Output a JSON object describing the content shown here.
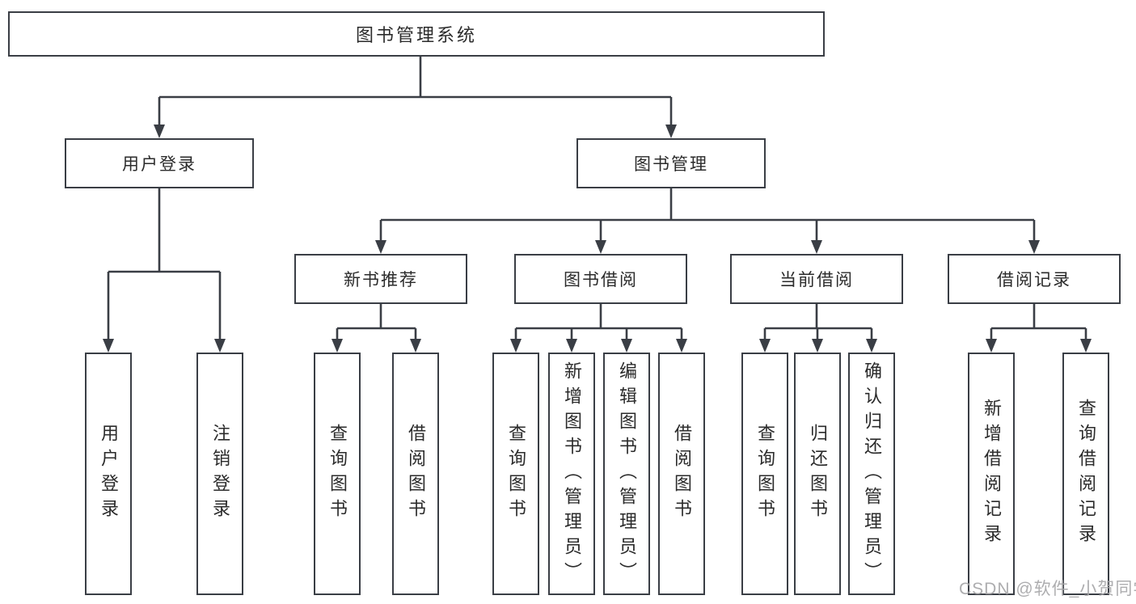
{
  "diagram": {
    "root": {
      "label": "图书管理系统"
    },
    "level1": [
      {
        "label": "用户登录"
      },
      {
        "label": "图书管理"
      }
    ],
    "level2": [
      {
        "label": "新书推荐"
      },
      {
        "label": "图书借阅"
      },
      {
        "label": "当前借阅"
      },
      {
        "label": "借阅记录"
      }
    ],
    "leaves": [
      {
        "label": "用户登录"
      },
      {
        "label": "注销登录"
      },
      {
        "label": "查询图书"
      },
      {
        "label": "借阅图书"
      },
      {
        "label": "查询图书"
      },
      {
        "label": "新增图书（管理员）"
      },
      {
        "label": "编辑图书（管理员）"
      },
      {
        "label": "借阅图书"
      },
      {
        "label": "查询图书"
      },
      {
        "label": "归还图书"
      },
      {
        "label": "确认归还（管理员）"
      },
      {
        "label": "新增借阅记录"
      },
      {
        "label": "查询借阅记录"
      }
    ],
    "colors": {
      "line": "#3a3e45",
      "text": "#2b2b2b",
      "watermark": "#a7a7a9"
    },
    "watermark": "CSDN @软件_小贺同学"
  }
}
